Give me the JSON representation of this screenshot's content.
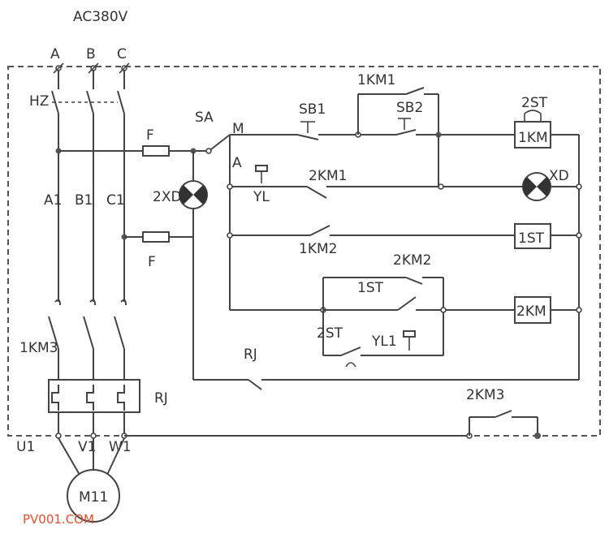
{
  "labels": {
    "supply": "AC380V",
    "phase_a": "A",
    "phase_b": "B",
    "phase_c": "C",
    "hz": "HZ",
    "a1": "A1",
    "b1": "B1",
    "c1": "C1",
    "km3_main": "1KM3",
    "rj_relay": "RJ",
    "u1": "U1",
    "v1": "V1",
    "w1": "W1",
    "motor": "M11",
    "fuse_top": "F",
    "fuse_bottom": "F",
    "lamp_2xd": "2XD",
    "lamp_xd": "XD",
    "sa": "SA",
    "m": "M",
    "a_switch": "A",
    "sb1": "SB1",
    "sb2": "SB2",
    "km1_aux": "1KM1",
    "st2": "2ST",
    "coil_1km": "1KM",
    "yl": "YL",
    "km2_1": "2KM1",
    "km2_1km": "1KM2",
    "coil_1st": "1ST",
    "km2_2": "2KM2",
    "st1_contact": "1ST",
    "st2_contact": "2ST",
    "yl1": "YL1",
    "coil_2km": "2KM",
    "rj_contact": "RJ",
    "km3_aux": "2KM3"
  },
  "watermark": "PV001.COM",
  "colors": {
    "line": "#444444",
    "text": "#333333",
    "watermark": "#e0502e"
  }
}
